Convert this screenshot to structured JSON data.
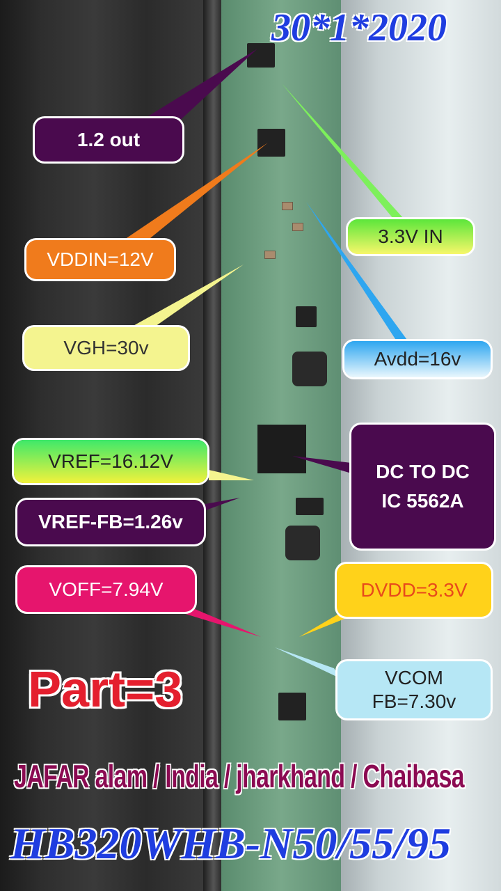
{
  "date": "30*1*2020",
  "labels": {
    "out_1_2": "1.2 out",
    "vddin": "VDDIN=12V",
    "v33_in": "3.3V  IN",
    "vgh": "VGH=30v",
    "avdd": "Avdd=16v",
    "vref": "VREF=16.12V",
    "dc_dc": "DC TO DC\nIC 5562A",
    "vref_fb": "VREF-FB=1.26v",
    "voff": "VOFF=7.94V",
    "dvdd": "DVDD=3.3V",
    "vcom": "VCOM\nFB=7.30v"
  },
  "part": "Part=3",
  "author": "JAFAR alam / India / jharkhand / Chaibasa",
  "model": "HB320WHB-N50/55/95",
  "colors": {
    "purple": "#4a0a4e",
    "orange": "#f07b1c",
    "green": "#7df05b",
    "yellow": "#f4f48f",
    "blue": "#2ea6f0",
    "pink": "#e6156d",
    "gold": "#ffd21a",
    "sky": "#b6e7f5"
  }
}
